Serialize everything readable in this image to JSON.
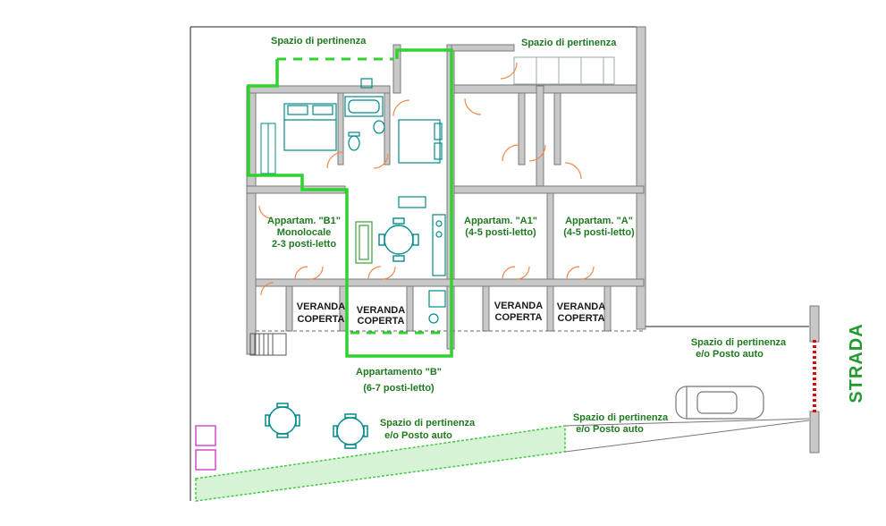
{
  "colors": {
    "wall": "#8c8c8c",
    "wall_fill": "#c8c8c8",
    "apartment_outline": "#2fd22f",
    "label_green": "#1f7a1f",
    "door": "#f08a4a",
    "furniture": "#008b8b",
    "hedge": "#9be29b",
    "planter": "#d24bd2",
    "street_mark": "#d01010"
  },
  "labels": {
    "pertinenza_top_left": "Spazio di pertinenza",
    "pertinenza_top_right": "Spazio di pertinenza",
    "apt_b1_line1": "Appartam. \"B1\"",
    "apt_b1_line2": "Monolocale",
    "apt_b1_line3": "2-3 posti-letto",
    "apt_a1_line1": "Appartam. \"A1\"",
    "apt_a1_line2": "(4-5 posti-letto)",
    "apt_a_line1": "Appartam. \"A\"",
    "apt_a_line2": "(4-5 posti-letto)",
    "veranda_1_line1": "VERANDA",
    "veranda_1_line2": "COPERTA",
    "veranda_2_line1": "VERANDA",
    "veranda_2_line2": "COPERTA",
    "veranda_3_line1": "VERANDA",
    "veranda_3_line2": "COPERTA",
    "veranda_4_line1": "VERANDA",
    "veranda_4_line2": "COPERTA",
    "apt_b_line1": "Appartamento \"B\"",
    "apt_b_line2": "(6-7 posti-letto)",
    "pertinenza_right_line1": "Spazio di pertinenza",
    "pertinenza_right_line2": "e/o Posto auto",
    "pertinenza_mid_line1": "Spazio di pertinenza",
    "pertinenza_mid_line2": "e/o Posto auto",
    "pertinenza_lowright_line1": "Spazio di pertinenza",
    "pertinenza_lowright_line2": "e/o Posto auto",
    "strada": "STRADA"
  },
  "icons": [
    "double-bed-icon",
    "bathtub-icon",
    "toilet-icon",
    "sink-icon",
    "sofa-icon",
    "round-table-icon",
    "stove-icon",
    "car-icon",
    "planter-icon"
  ]
}
